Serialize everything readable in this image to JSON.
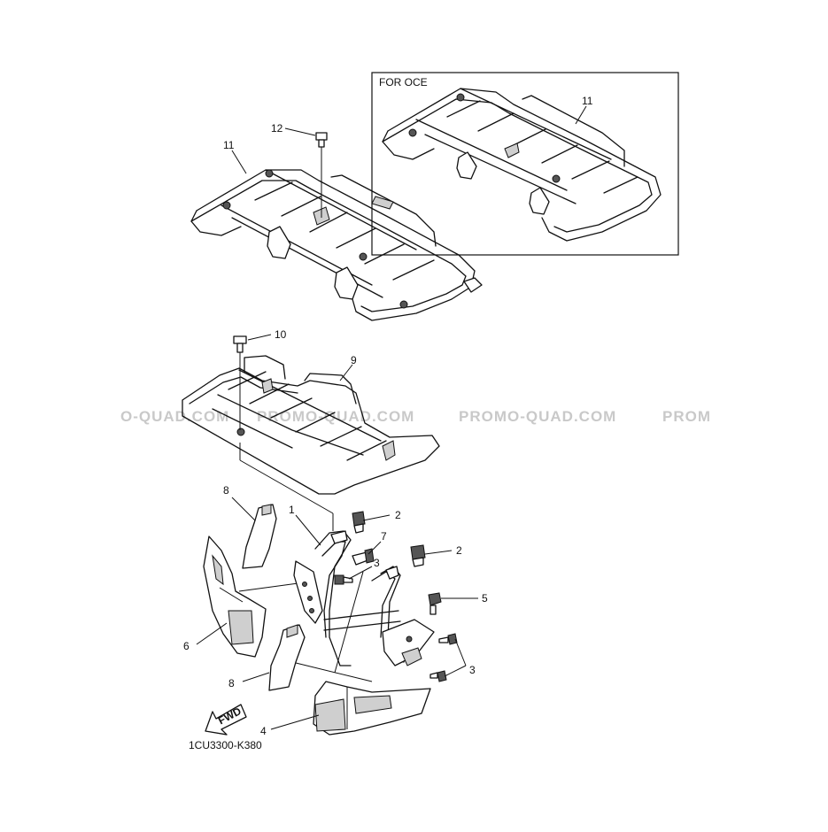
{
  "diagram": {
    "oce_box_label": "FOR OCE",
    "code": "1CU3300-K380",
    "fwd_label": "FWD",
    "watermarks": [
      "O-QUAD.COM",
      "PROMO-QUAD.COM",
      "PROMO-QUAD.COM",
      "PROM"
    ],
    "callouts": {
      "p1": "1",
      "p2a": "2",
      "p2b": "2",
      "p3a": "3",
      "p3b": "3",
      "p4": "4",
      "p5": "5",
      "p6": "6",
      "p7": "7",
      "p8a": "8",
      "p8b": "8",
      "p9": "9",
      "p10": "10",
      "p11a": "11",
      "p11b": "11",
      "p12": "12"
    }
  }
}
